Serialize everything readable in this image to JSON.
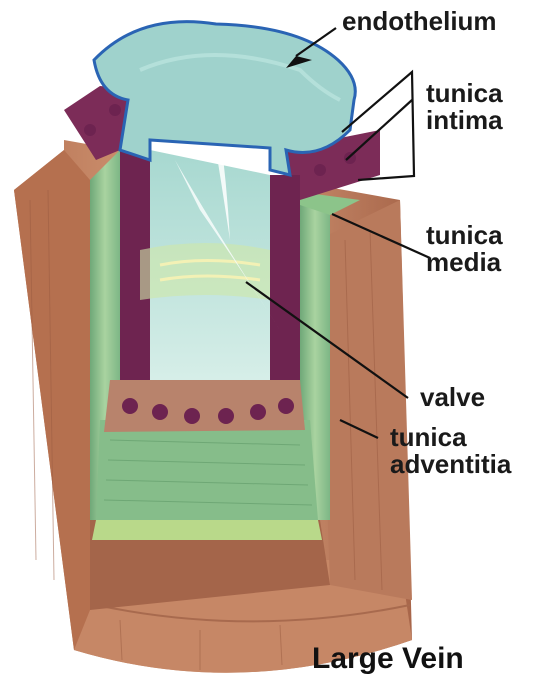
{
  "title": "Large Vein",
  "labels": {
    "endothelium": "endothelium",
    "tunica_intima": [
      "tunica",
      "intima"
    ],
    "tunica_media": [
      "tunica",
      "media"
    ],
    "valve": "valve",
    "tunica_adventitia": [
      "tunica",
      "adventitia"
    ]
  },
  "colors": {
    "adventitia": "#c98a6a",
    "adventitia_dark": "#9c5d43",
    "media_green": "#8fc08a",
    "intima_purple": "#7a2a55",
    "lumen": "#bfe3dc",
    "endothelium_outline": "#2a64b4"
  }
}
